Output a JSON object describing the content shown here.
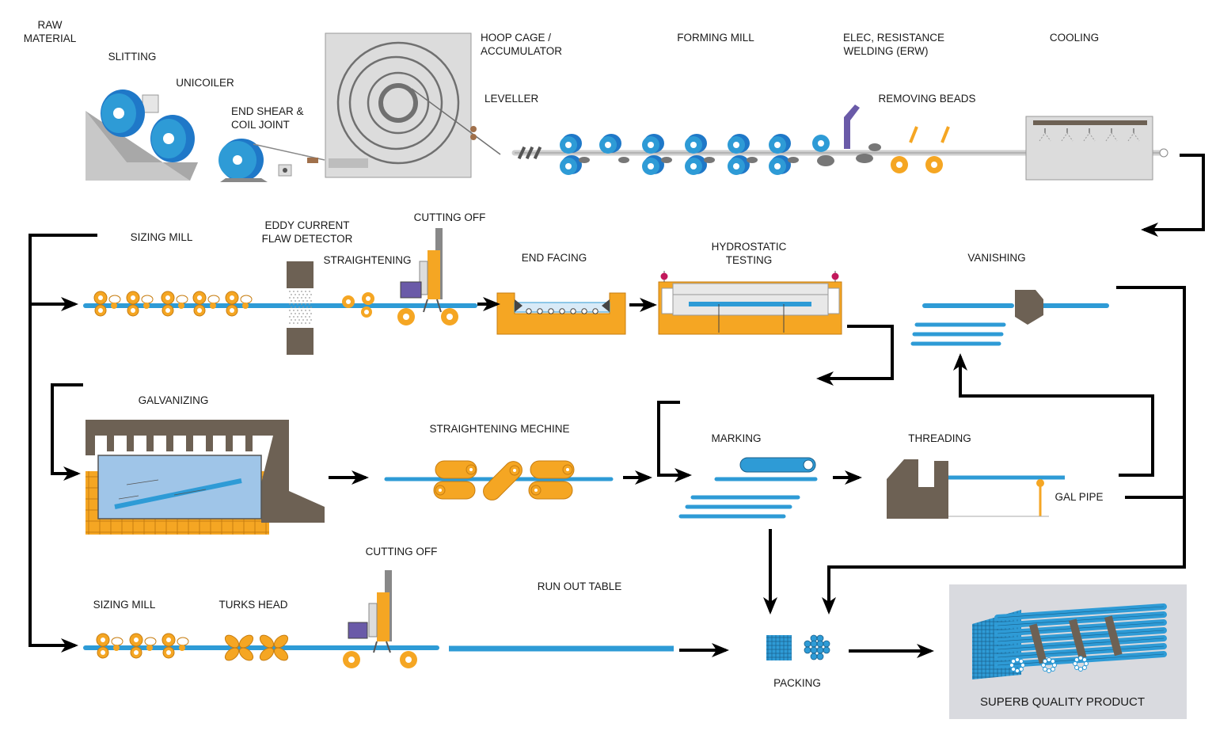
{
  "labels": {
    "raw_material_1": "RAW",
    "raw_material_2": "MATERIAL",
    "slitting": "SLITTING",
    "unicoiler": "UNICOILER",
    "end_shear_1": "END SHEAR &",
    "end_shear_2": "COIL JOINT",
    "hoop_cage_1": "HOOP CAGE /",
    "hoop_cage_2": "ACCUMULATOR",
    "leveller": "LEVELLER",
    "forming_mill": "FORMING MILL",
    "erw_1": "ELEC, RESISTANCE",
    "erw_2": "WELDING (ERW)",
    "removing_beads": "REMOVING BEADS",
    "cooling": "COOLING",
    "sizing_mill_1": "SIZING MILL",
    "eddy_1": "EDDY CURRENT",
    "eddy_2": "FLAW DETECTOR",
    "straightening": "STRAIGHTENING",
    "cutting_off_1": "CUTTING OFF",
    "end_facing": "END FACING",
    "hydro_1": "HYDROSTATIC",
    "hydro_2": "TESTING",
    "vanishing": "VANISHING",
    "galvanizing": "GALVANIZING",
    "straightening_mechine": "STRAIGHTENING MECHINE",
    "marking": "MARKING",
    "threading": "THREADING",
    "gal_pipe": "GAL PIPE",
    "cutting_off_2": "CUTTING OFF",
    "run_out_table": "RUN OUT TABLE",
    "sizing_mill_2": "SIZING MILL",
    "turks_head": "TURKS HEAD",
    "packing": "PACKING",
    "superb": "SUPERB QUALITY PRODUCT"
  },
  "colors": {
    "pipe_blue": "#2e9bd6",
    "roller_blue": "#1f78c8",
    "orange": "#f5a623",
    "brown": "#6d6154",
    "gray": "#cfcfcf",
    "dark_gray": "#707070",
    "purple": "#6a5aa8",
    "bath_blue": "#9fc5e8",
    "arrow": "#000000",
    "product_bg": "#d9dadf"
  }
}
